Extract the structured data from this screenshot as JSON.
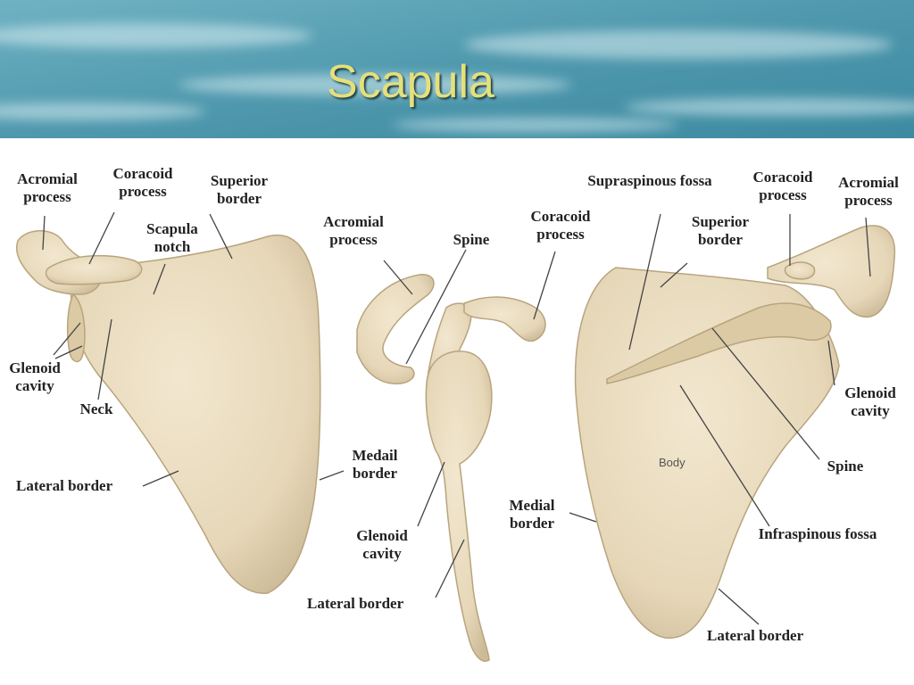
{
  "slide": {
    "title": "Scapula"
  },
  "labels": {
    "anterior": {
      "acromial_process": "Acromial process",
      "coracoid_process": "Coracoid process",
      "superior_border": "Superior border",
      "scapula_notch": "Scapula notch",
      "glenoid_cavity": "Glenoid cavity",
      "neck": "Neck",
      "lateral_border": "Lateral border",
      "medail_border": "Medail border"
    },
    "lateral": {
      "acromial_process": "Acromial process",
      "spine": "Spine",
      "coracoid_process": "Coracoid process",
      "glenoid_cavity": "Glenoid cavity",
      "lateral_border": "Lateral border"
    },
    "posterior": {
      "supraspinous_fossa": "Supraspinous fossa",
      "coracoid_process": "Coracoid process",
      "acromial_process": "Acromial process",
      "superior_border": "Superior border",
      "glenoid_cavity": "Glenoid cavity",
      "spine": "Spine",
      "body": "Body",
      "medial_border": "Medial border",
      "infraspinous_fossa": "Infraspinous fossa",
      "lateral_border": "Lateral border"
    }
  },
  "colors": {
    "bone": "#e9dcc0",
    "bone_shadow": "#cdbb98",
    "bone_outline": "#b8a47e",
    "banner_sky": "#5aa0b4",
    "title": "#e6e07a",
    "leader": "#444444"
  }
}
